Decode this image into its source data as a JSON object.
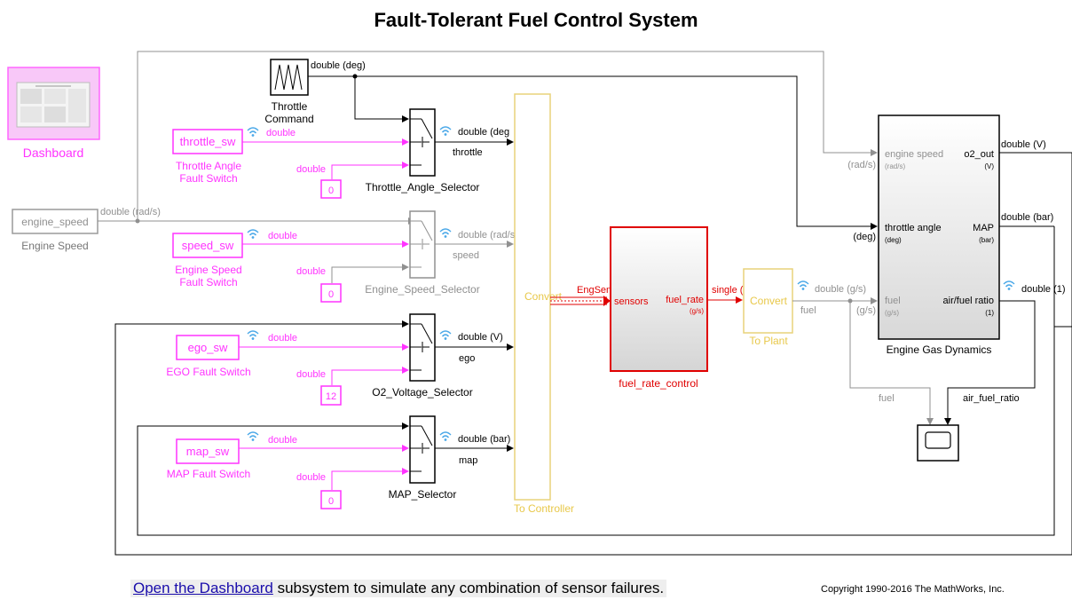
{
  "title": "Fault-Tolerant Fuel Control System",
  "dashboard": {
    "label": "Dashboard"
  },
  "throttle_command": {
    "label_line1": "Throttle",
    "label_line2": "Command",
    "signal": "double (deg)"
  },
  "engine_speed": {
    "block_text": "engine_speed",
    "label": "Engine Speed",
    "signal": "double (rad/s)"
  },
  "switches": [
    {
      "tag": "throttle_sw",
      "label_line1": "Throttle Angle",
      "label_line2": "Fault Switch",
      "type": "double",
      "const_type": "double",
      "const_value": "0",
      "selector": "Throttle_Angle_Selector",
      "out_signal": "double (deg",
      "out_name": "throttle"
    },
    {
      "tag": "speed_sw",
      "label_line1": "Engine Speed",
      "label_line2": "Fault Switch",
      "type": "double",
      "const_type": "double",
      "const_value": "0",
      "selector": "Engine_Speed_Selector",
      "out_signal": "double (rad/s)",
      "out_name": "speed"
    },
    {
      "tag": "ego_sw",
      "label_line1": "EGO Fault Switch",
      "label_line2": "",
      "type": "double",
      "const_type": "double",
      "const_value": "12",
      "selector": "O2_Voltage_Selector",
      "out_signal": "double (V)",
      "out_name": "ego"
    },
    {
      "tag": "map_sw",
      "label_line1": "MAP Fault Switch",
      "label_line2": "",
      "type": "double",
      "const_type": "double",
      "const_value": "0",
      "selector": "MAP_Selector",
      "out_signal": "double (bar)",
      "out_name": "map"
    }
  ],
  "to_controller": {
    "inner": "Convert",
    "label": "To Controller",
    "out_signal": "EngSensors"
  },
  "fuel_rate_control": {
    "label": "fuel_rate_control",
    "in_port": "sensors",
    "out_port": "fuel_rate",
    "out_unit": "(g/s)",
    "out_signal": "single ("
  },
  "to_plant": {
    "inner": "Convert",
    "label": "To Plant",
    "out_signal": "double (g/s)",
    "out_name": "fuel"
  },
  "engine": {
    "label": "Engine Gas Dynamics",
    "in1": "engine speed",
    "in1_unit": "(rad/s)",
    "in1_ext": "(rad/s)",
    "in2": "throttle angle",
    "in2_unit": "(deg)",
    "in2_ext": "(deg)",
    "in3": "fuel",
    "in3_unit": "(g/s)",
    "in3_ext": "(g/s)",
    "out1": "o2_out",
    "out1_unit": "(V)",
    "out1_signal": "double (V)",
    "out2": "MAP",
    "out2_unit": "(bar)",
    "out2_signal": "double (bar)",
    "out3": "air/fuel ratio",
    "out3_unit": "(1)",
    "out3_signal": "double (1)"
  },
  "scope": {
    "fuel_label": "fuel",
    "afr_label": "air_fuel_ratio"
  },
  "footer": {
    "link": "Open the Dashboard",
    "text": " subsystem to simulate any combination of sensor failures."
  },
  "copyright": "Copyright 1990-2016 The MathWorks, Inc.",
  "colors": {
    "magenta": "#ff33ff",
    "gray": "#909090",
    "red": "#e00000",
    "yellow": "#e8d27a",
    "blue": "#4aa8e8"
  }
}
